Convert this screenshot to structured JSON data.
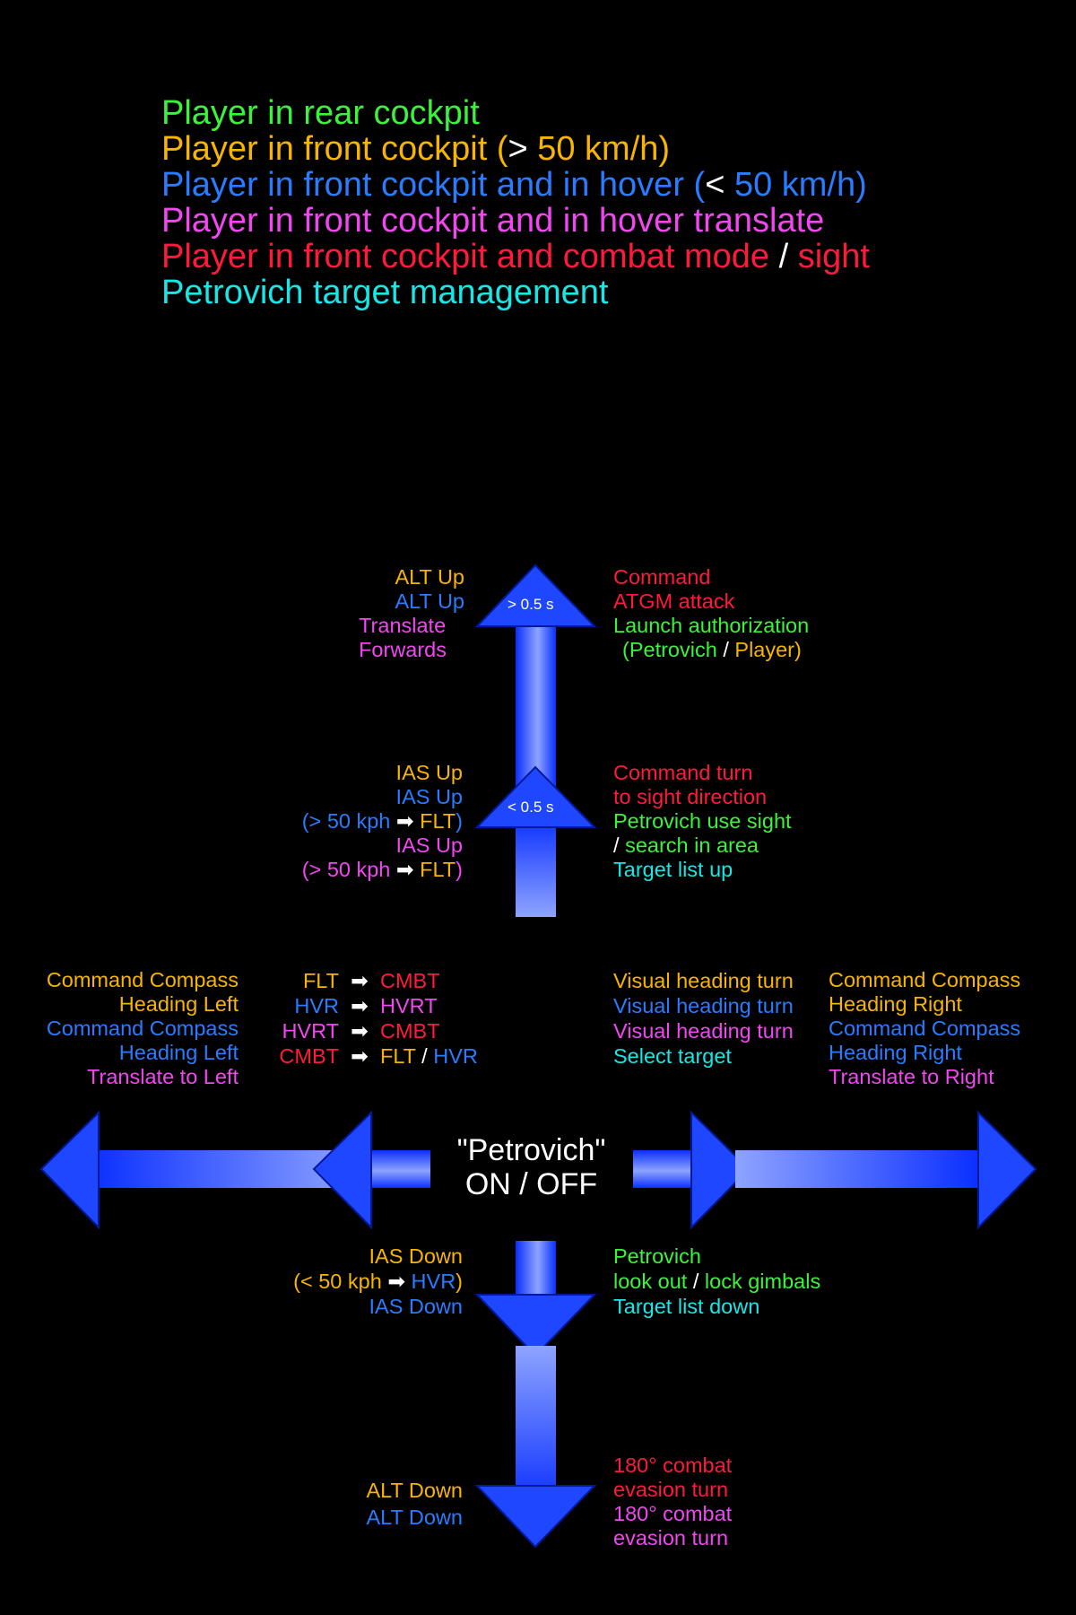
{
  "legend": {
    "rear": "Player in rear cockpit",
    "front_a": "Player in front cockpit",
    "front_b": "(",
    "front_c": "> ",
    "front_d": "50 km/h)",
    "hover_a": "Player in front cockpit and in hover ",
    "hover_b": "(",
    "hover_c": "< ",
    "hover_d": "50 km/h)",
    "translate": "Player in front cockpit and in hover translate",
    "combat_a": "Player in front cockpit and combat mode",
    "combat_b": " / ",
    "combat_c": "sight",
    "target": "Petrovich target management"
  },
  "center": {
    "line1": "\"Petrovich\"",
    "line2": "ON / OFF"
  },
  "tags": {
    "long": "> 0.5 s",
    "short": "< 0.5 s"
  },
  "up_far_left": {
    "l1": "ALT Up",
    "l2": "ALT Up",
    "l3": "Translate",
    "l4": "Forwards"
  },
  "up_far_right": {
    "l1": "Command",
    "l2": "ATGM attack",
    "l3": "Launch authorization",
    "l4a": "(Petrovich",
    "l4b": " / ",
    "l4c": "Player)"
  },
  "up_near_left": {
    "l1": "IAS Up",
    "l2": "IAS Up",
    "l3a": "(> ",
    "l3b": "50 kph",
    "l3c": " ➡ ",
    "l3d": "FLT",
    "l3e": ")",
    "l4": "IAS Up",
    "l5a": "(> ",
    "l5b": "50 kph",
    "l5c": " ➡ ",
    "l5d": "FLT",
    "l5e": ")"
  },
  "up_near_right": {
    "l1": "Command turn",
    "l2": "to sight direction",
    "l3": "Petrovich use sight",
    "l4a": "/ ",
    "l4b": "search in area",
    "l5": "Target list up"
  },
  "left_far": {
    "l1": "Command Compass",
    "l2": "Heading Left",
    "l3": "Command Compass",
    "l4": "Heading Left",
    "l5": "Translate to Left"
  },
  "left_near": {
    "r1a": "FLT",
    "r1b": "➡",
    "r1c": "CMBT",
    "r2a": "HVR",
    "r2b": "➡",
    "r2c": "HVRT",
    "r3a": "HVRT",
    "r3b": "➡",
    "r3c": "CMBT",
    "r4a": "CMBT",
    "r4b": "➡",
    "r4c": "FLT",
    "r4d": " / ",
    "r4e": "HVR"
  },
  "right_near": {
    "l1": "Visual heading turn",
    "l2": "Visual heading turn",
    "l3": "Visual heading turn",
    "l4": "Select target"
  },
  "right_far": {
    "l1": "Command Compass",
    "l2": "Heading Right",
    "l3": "Command Compass",
    "l4": "Heading Right",
    "l5": "Translate to Right"
  },
  "down_near_left": {
    "l1": "IAS Down",
    "l2a": "(< ",
    "l2b": "50 kph",
    "l2c": " ➡ ",
    "l2d": "HVR",
    "l2e": ")",
    "l3": "IAS Down"
  },
  "down_near_right": {
    "l1": "Petrovich",
    "l2a": "look out",
    "l2b": " / ",
    "l2c": "lock gimbals",
    "l3": "Target list down"
  },
  "down_far_left": {
    "l1": "ALT Down",
    "l2": "ALT Down"
  },
  "down_far_right": {
    "l1": "180° combat",
    "l2": "evasion turn",
    "l3": "180° combat",
    "l4": "evasion turn"
  },
  "colors": {
    "arrow_dark": "#0a2fff",
    "arrow_light": "#6f8dff",
    "rear": "#3df23d",
    "front": "#f7b500",
    "hover": "#2a7cff",
    "translate": "#f047f0",
    "combat": "#ff1a3c",
    "target": "#19e6e6"
  }
}
